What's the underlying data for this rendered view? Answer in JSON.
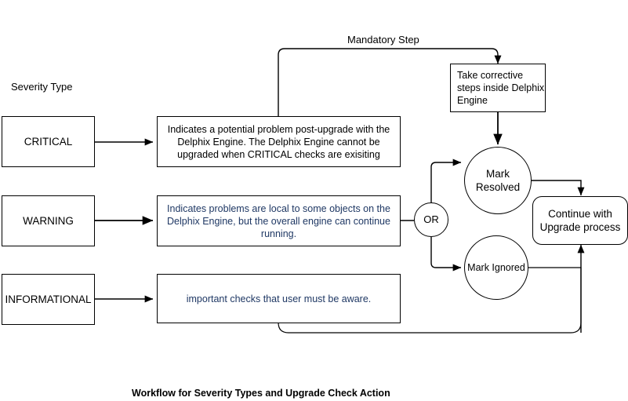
{
  "diagram": {
    "caption": "Workflow for Severity Types and Upgrade Check Action",
    "column_label": "Severity Type",
    "edge_label_mandatory": "Mandatory Step",
    "colors": {
      "stroke": "#000000",
      "text": "#000000",
      "navy_text": "#1f3864",
      "background": "#ffffff"
    },
    "severity_nodes": [
      {
        "id": "critical",
        "label": "CRITICAL"
      },
      {
        "id": "warning",
        "label": "WARNING"
      },
      {
        "id": "informational",
        "label": "INFORMATIONAL"
      }
    ],
    "description_nodes": [
      {
        "id": "critical-desc",
        "text": "Indicates a potential problem post-upgrade with the Delphix Engine. The Delphix Engine cannot be upgraded when CRITICAL checks are exisiting",
        "color": "black"
      },
      {
        "id": "warning-desc",
        "text": "Indicates problems are local to some objects on the Delphix Engine, but the overall engine can continue running.",
        "color": "navy"
      },
      {
        "id": "informational-desc",
        "text": "important checks that user must be aware.",
        "color": "navy"
      }
    ],
    "action_nodes": {
      "corrective": "Take corrective steps inside Delphix Engine",
      "or_gate": "OR",
      "mark_resolved": "Mark Resolved",
      "mark_ignored": "Mark Ignored",
      "continue": "Continue with Upgrade process"
    }
  }
}
